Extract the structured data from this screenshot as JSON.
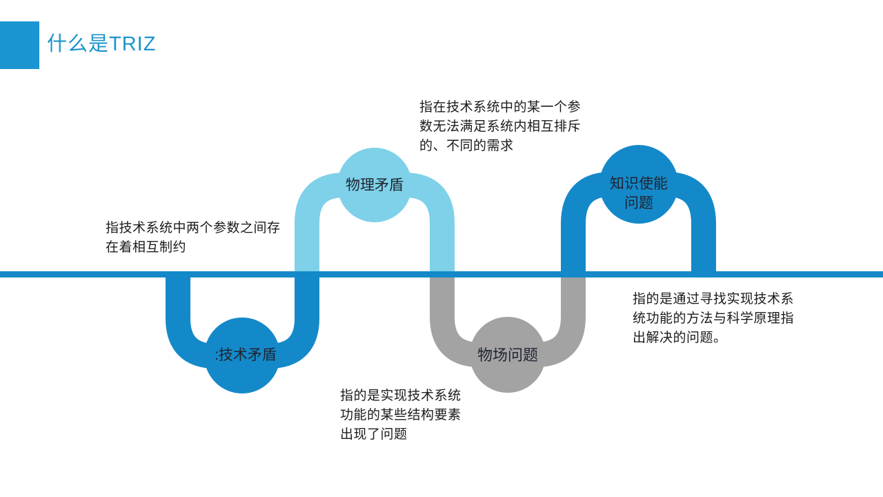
{
  "slide": {
    "title": "什么是TRIZ"
  },
  "colors": {
    "accent_blue": "#1489c9",
    "square_blue": "#1b95d2",
    "title_blue": "#1b93cd",
    "light_blue": "#7ed1e8",
    "gray": "#a3a3a4",
    "text_dark": "#1a1a1a"
  },
  "nodes": {
    "technical": {
      "label": ":技术矛盾"
    },
    "physical": {
      "label": "物理矛盾"
    },
    "su_field": {
      "label": "物场问题"
    },
    "knowledge": {
      "label": "知识使能\n问题"
    }
  },
  "descriptions": {
    "physical": "指在技术系统中的某一个参\n数无法满足系统内相互排斥\n的、不同的需求",
    "technical": "指技术系统中两个参数之间存\n在着相互制约",
    "su_field": "指的是实现技术系统\n功能的某些结构要素\n出现了问题",
    "knowledge": "指的是通过寻找实现技术系\n统功能的方法与科学原理指\n出解决的问题。"
  }
}
